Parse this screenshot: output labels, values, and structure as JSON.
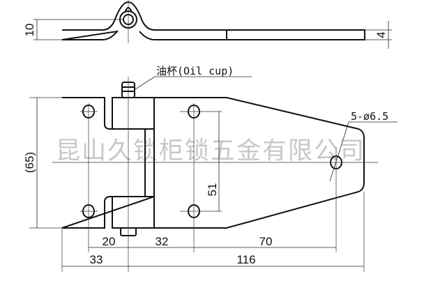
{
  "drawing": {
    "oil_cup_label": "油杯(Oil cup)",
    "hole_callout": "5-ø6.5",
    "watermark": "昆山久锁柜锁五金有限公司",
    "dimensions": {
      "height_top_view": "10",
      "thickness": "4",
      "overall_height": "(65)",
      "hole_spacing_vertical": "51",
      "left_hole_to_pin": "20",
      "pin_to_hole": "32",
      "hole_to_end_hole": "70",
      "left_width": "33",
      "right_width": "116"
    }
  }
}
